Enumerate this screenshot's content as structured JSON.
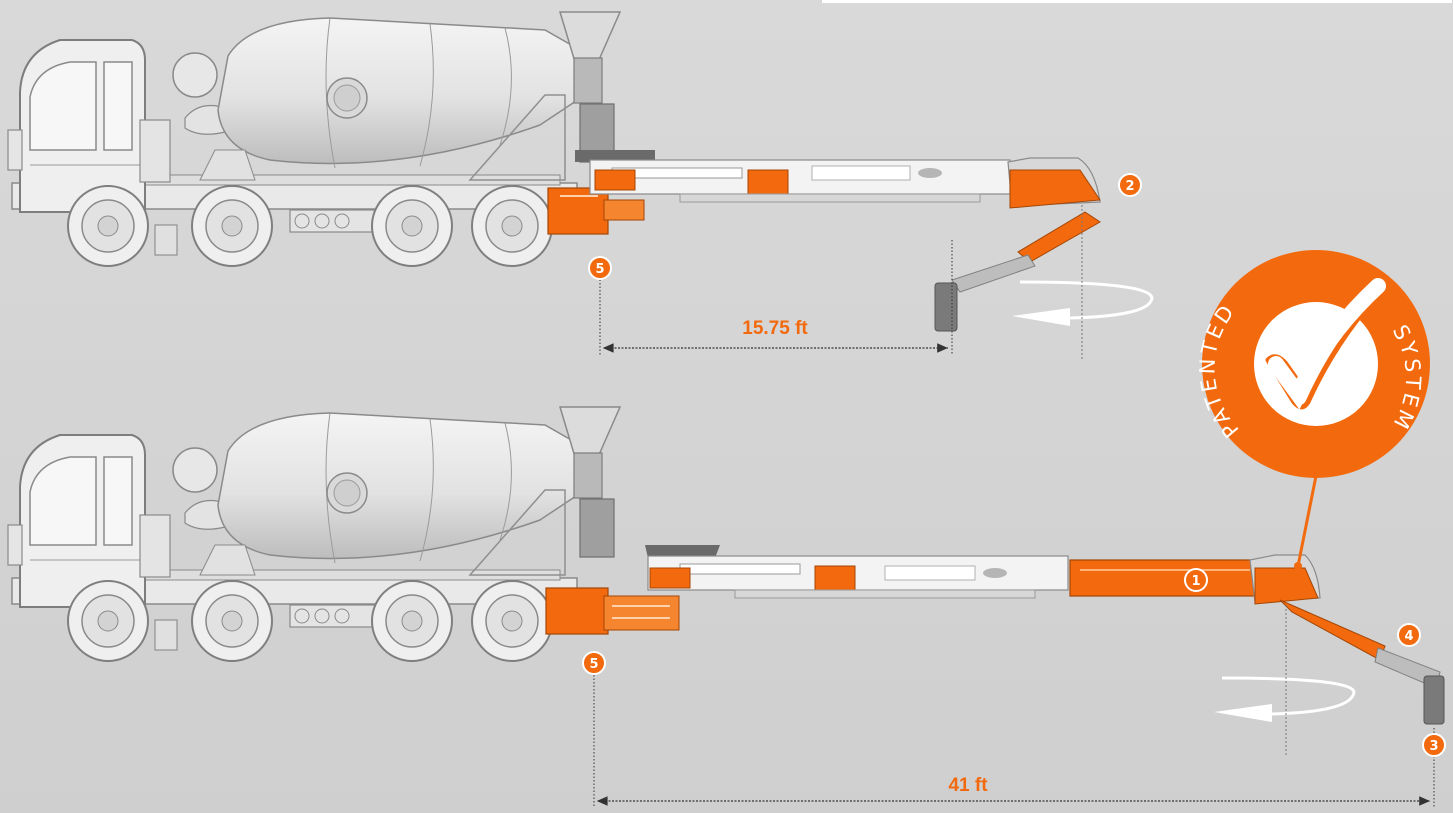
{
  "colors": {
    "accent": "#f26a0d",
    "truck_fill": "#ececec",
    "truck_stroke": "#8a8a8a",
    "boom_fill": "#f2f2f2",
    "dim_line": "#333333",
    "background": "#d6d6d6"
  },
  "top": {
    "dimension_label": "15.75 ft",
    "callouts": [
      "2",
      "5"
    ]
  },
  "bottom": {
    "dimension_label": "41 ft",
    "callouts": [
      "1",
      "4",
      "3",
      "5"
    ]
  },
  "seal": {
    "word_left": "PATENTED",
    "word_right": "SYSTEM",
    "icon": "checkmark-icon"
  }
}
